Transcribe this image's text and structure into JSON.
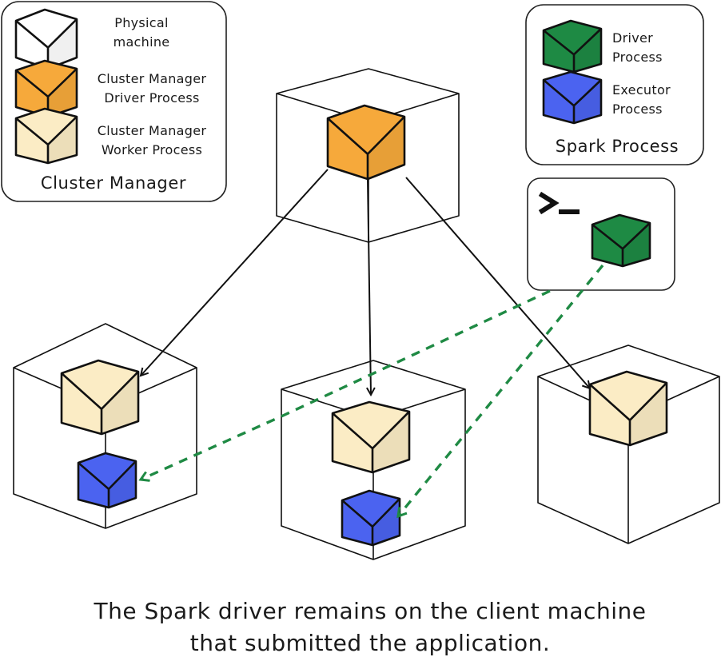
{
  "colors": {
    "physical_machine": "#ffffff",
    "cluster_manager_driver": "#f6a93b",
    "cluster_manager_worker": "#fbecc5",
    "spark_driver": "#1e8a44",
    "spark_executor": "#4b63f0",
    "dashed_arrow": "#1f8a44",
    "outline": "#111111"
  },
  "cluster_legend": {
    "physical_machine": [
      "Physical",
      "machine"
    ],
    "driver_process": [
      "Cluster Manager",
      "Driver Process"
    ],
    "worker_process": [
      "Cluster Manager",
      "Worker Process"
    ],
    "title": "Cluster Manager"
  },
  "spark_legend": {
    "driver": [
      "Driver",
      "Process"
    ],
    "executor": [
      "Executor",
      "Process"
    ],
    "title": "Spark Process"
  },
  "client": {
    "terminal_icon": "terminal-prompt-icon"
  },
  "caption": {
    "line1": "The Spark driver remains on the client machine",
    "line2": "that submitted the application."
  }
}
